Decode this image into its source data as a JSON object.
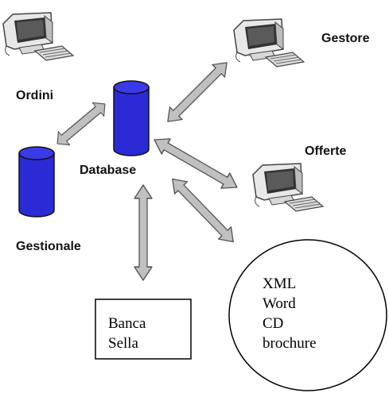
{
  "labels": {
    "ordini": "Ordini",
    "gestore": "Gestore",
    "offerte": "Offerte",
    "database": "Database",
    "gestionale": "Gestionale"
  },
  "banca_box": {
    "lines": [
      "Banca",
      "Sella"
    ]
  },
  "formats_circle": {
    "lines": [
      "XML",
      "Word",
      "CD",
      "brochure"
    ]
  },
  "icons": {
    "computer": "desktop-computer-icon",
    "database": "database-cylinder-icon"
  },
  "colors": {
    "cylinder_fill": "#2b2bd6",
    "cylinder_top": "#3a3ae8",
    "arrow_fill": "#c0c0c0",
    "arrow_stroke": "#555555"
  }
}
